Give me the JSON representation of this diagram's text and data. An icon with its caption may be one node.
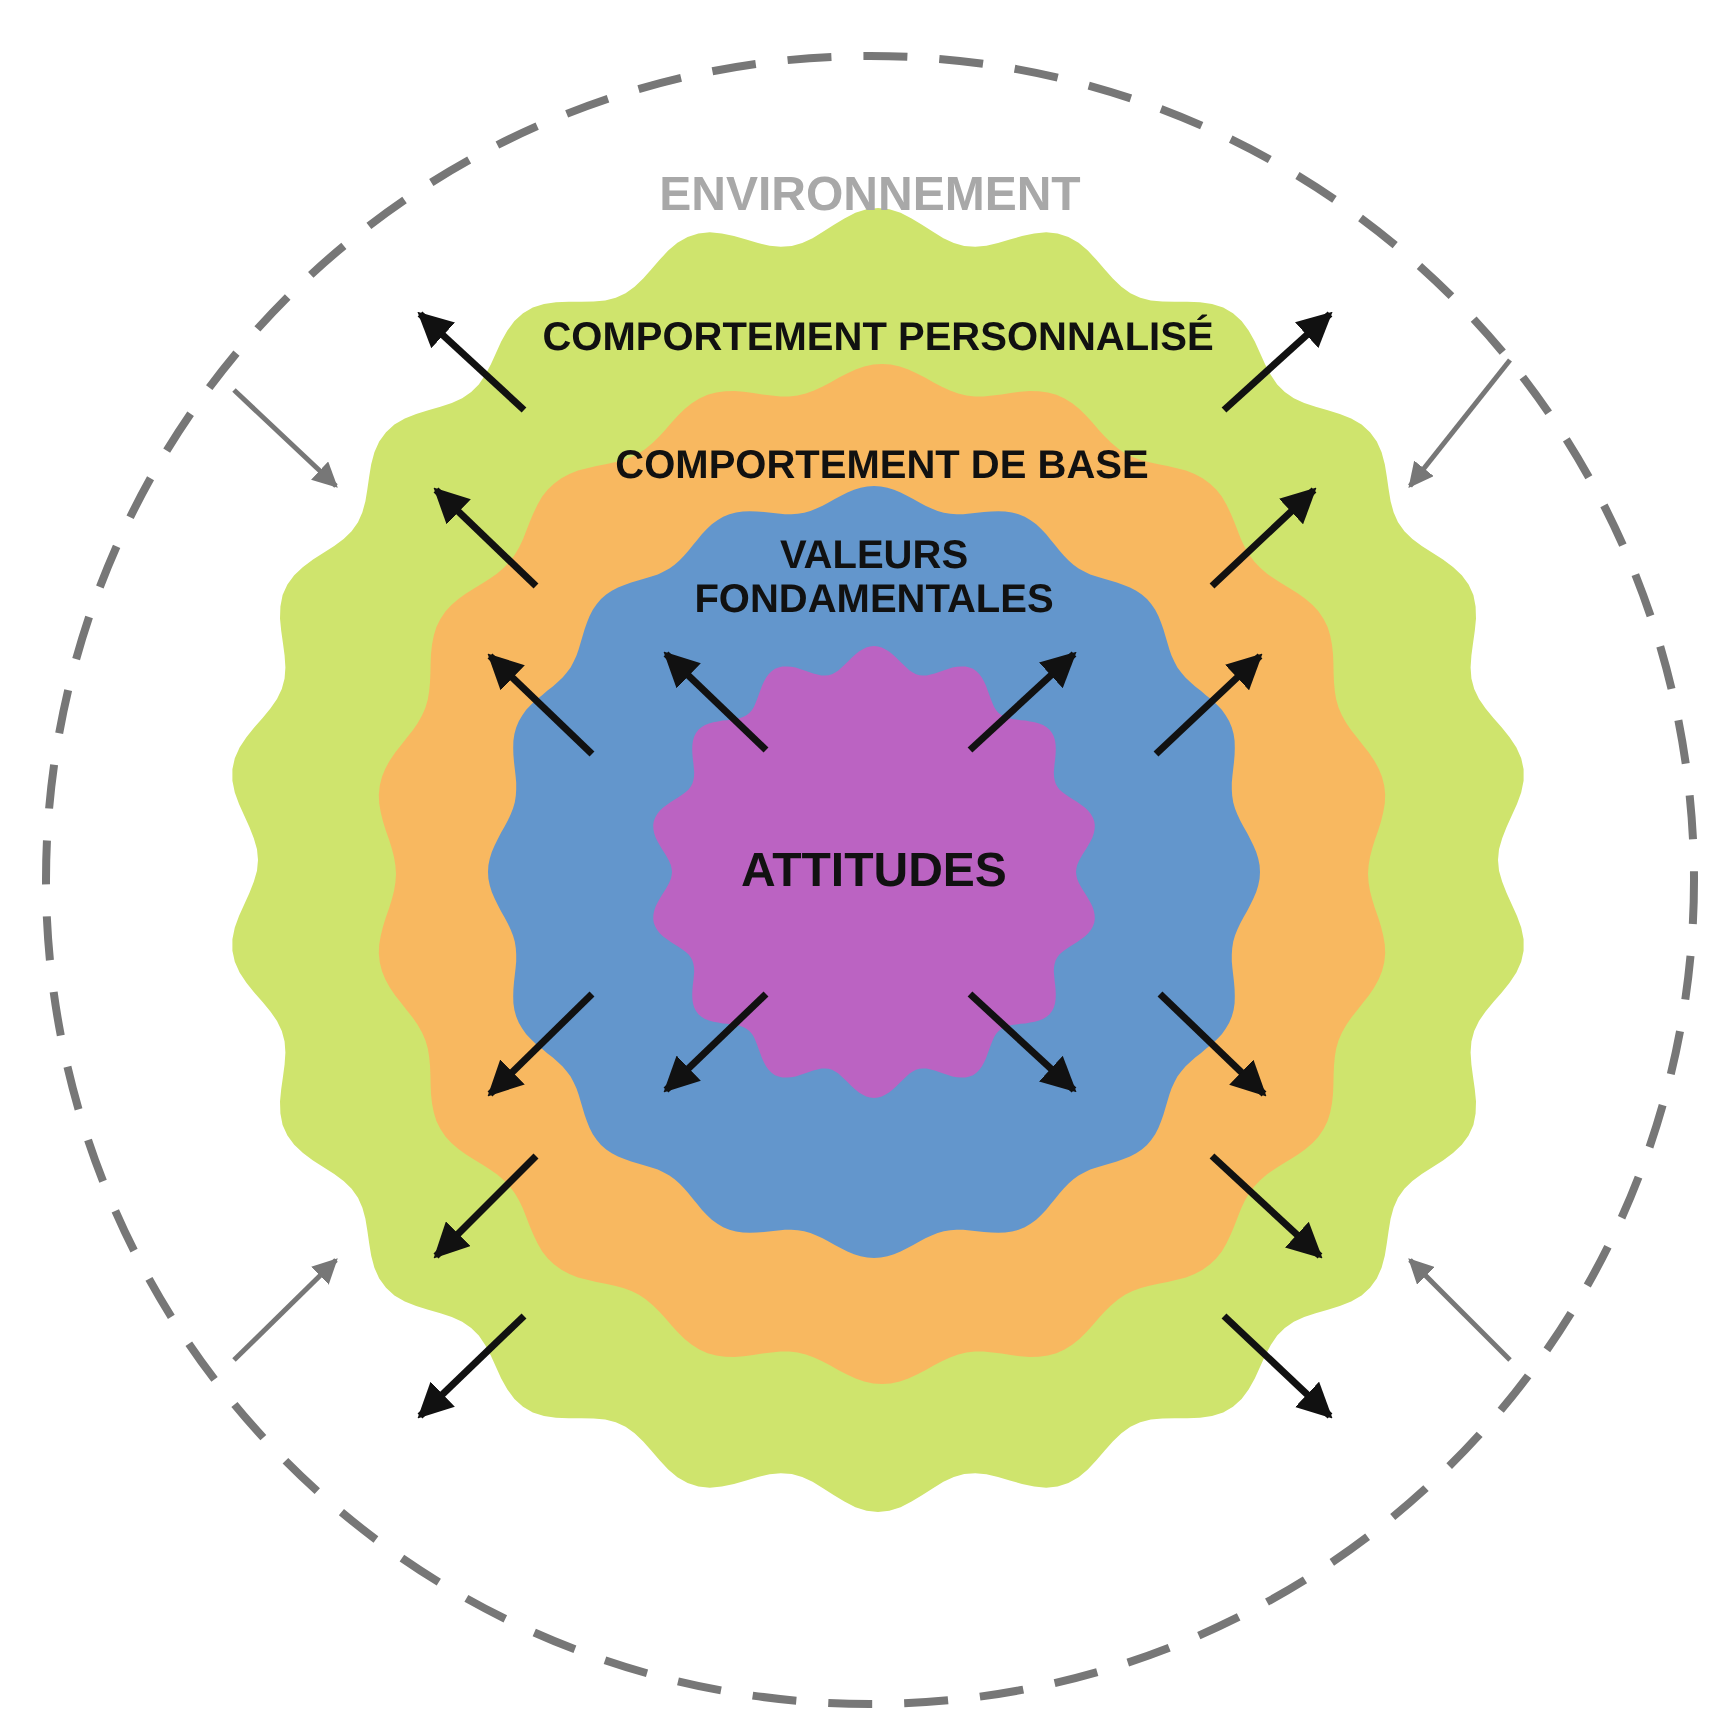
{
  "diagram": {
    "nodes": [
      {
        "text": [
          "ENVIRONNEMENT"
        ]
      },
      {
        "text": [
          "COMPORTEMENT PERSONNALISÉ"
        ],
        "in": 0
      },
      {
        "text": [
          "COMPORTEMENT DE BASE"
        ],
        "in": 1
      },
      {
        "text": [
          "VALEURS FONDAMENTALES"
        ],
        "in": 2
      },
      {
        "text": [
          "ATTITUDES"
        ],
        "in": 3
      }
    ],
    "edges": [
      {
        "from": 0,
        "to": 1,
        "arrow": "to"
      },
      {
        "from": 0,
        "to": 1,
        "arrow": "to"
      },
      {
        "from": 0,
        "to": 1,
        "arrow": "to"
      },
      {
        "from": 0,
        "to": 1,
        "arrow": "to"
      }
    ]
  }
}
